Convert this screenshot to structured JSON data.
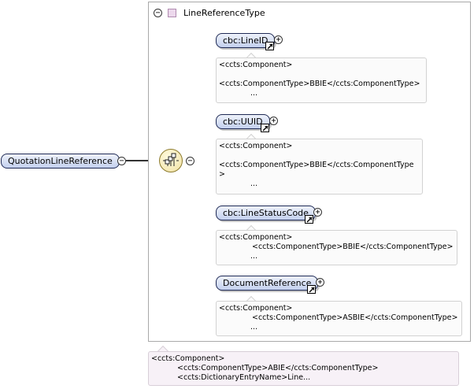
{
  "root_element": {
    "label": "QuotationLineReference",
    "toggle": "−"
  },
  "complex_type": {
    "label": "LineReferenceType",
    "toggle": "−"
  },
  "sequence": {
    "toggle": "−",
    "icon": "sequence-compositor-icon"
  },
  "children": [
    {
      "label": "cbc:LineID",
      "expand": "+",
      "annotation": [
        "<ccts:Component>",
        "",
        "<ccts:ComponentType>BBIE</ccts:ComponentType>",
        "..."
      ]
    },
    {
      "label": "cbc:UUID",
      "expand": "+",
      "annotation": [
        "<ccts:Component>",
        "",
        "<ccts:ComponentType>BBIE</ccts:ComponentType",
        ">",
        "..."
      ]
    },
    {
      "label": "cbc:LineStatusCode",
      "expand": "+",
      "annotation": [
        "<ccts:Component>",
        "<ccts:ComponentType>BBIE</ccts:ComponentType>",
        "..."
      ]
    },
    {
      "label": "DocumentReference",
      "expand": "+",
      "annotation": [
        "<ccts:Component>",
        "<ccts:ComponentType>ASBIE</ccts:ComponentType>",
        "..."
      ]
    }
  ],
  "root_annotation": [
    "<ccts:Component>",
    "<ccts:ComponentType>ABIE</ccts:ComponentType>",
    "<ccts:DictionaryEntryName>Line..."
  ],
  "colors": {
    "pill_border": "#1f2a55",
    "pill_fill_top": "#eef2fb",
    "pill_fill_bottom": "#c3d0ee",
    "sequence_fill": "#f1e1a2",
    "type_swatch": "#ecd8ec"
  }
}
